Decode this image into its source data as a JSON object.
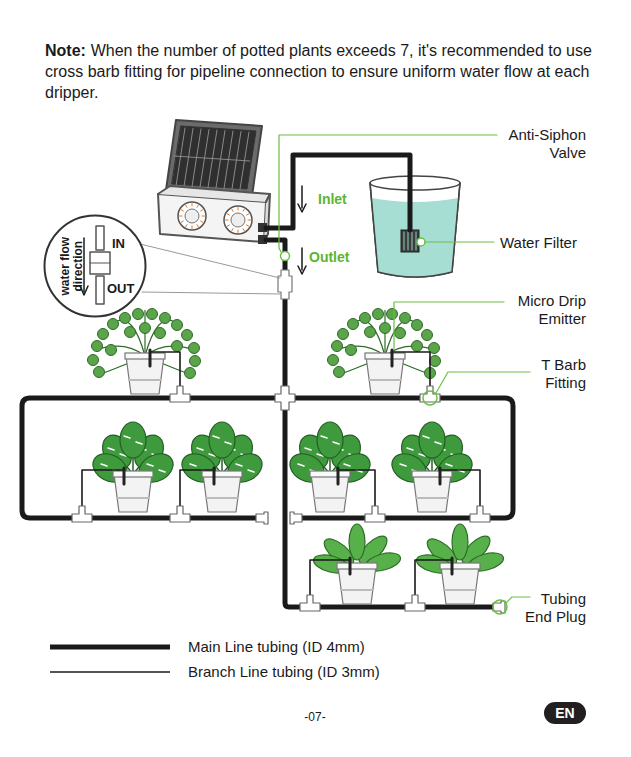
{
  "diagram": {
    "nodes": [
      {
        "text": [
          "water flow direction",
          "IN",
          "OUT"
        ]
      },
      {
        "text": [
          "EN"
        ]
      }
    ],
    "labels": [
      "Note:",
      "When the number of potted plants exceeds 7, it's recommended to use cross barb fitting  for pipeline connection to ensure uniform water flow at each dripper.",
      "Inlet",
      "Outlet",
      "Anti-Siphon Valve",
      "Water Filter",
      "Micro Drip Emitter",
      "T Barb Fitting",
      "Tubing End Plug",
      "-07-"
    ],
    "legend": [
      {
        "text": "Main Line tubing (ID 4mm)"
      },
      {
        "text": "Branch Line tubing (ID 3mm)"
      }
    ]
  }
}
